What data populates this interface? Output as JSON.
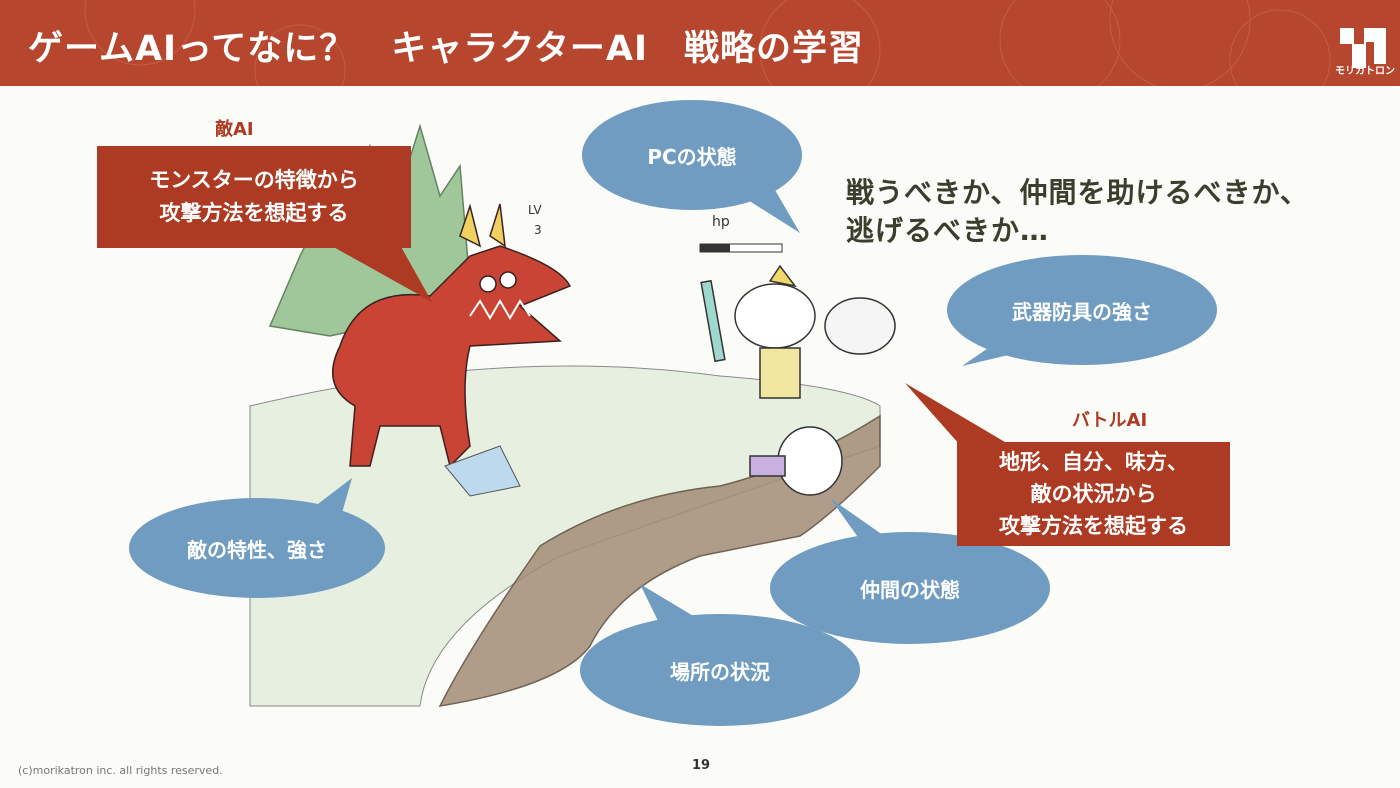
{
  "header": {
    "title": "ゲームAIってなに？　キャラクターAI　戦略の学習",
    "logo_text": "モリカトロン"
  },
  "question": {
    "line1": "戦うべきか、仲間を助けるべきか、",
    "line2": "逃げるべきか…"
  },
  "enemy_ai": {
    "label": "敵AI",
    "box_line1": "モンスターの特徴から",
    "box_line2": "攻撃方法を想起する"
  },
  "battle_ai": {
    "label": "バトルAI",
    "box_line1": "地形、自分、味方、",
    "box_line2": "敵の状況から",
    "box_line3": "攻撃方法を想起する"
  },
  "bubbles": {
    "pc_state": "PCの状態",
    "equipment": "武器防具の強さ",
    "enemy_traits": "敵の特性、強さ",
    "ally_state": "仲間の状態",
    "location": "場所の状況"
  },
  "sketch": {
    "lv": "LV",
    "lv_num": "3",
    "hp": "hp"
  },
  "footer": {
    "copyright": "(c)morikatron inc. all rights reserved.",
    "page": "19"
  },
  "colors": {
    "header": "#b6462d",
    "bubble": "#6f9cc0",
    "red_box": "#ad3a22"
  }
}
